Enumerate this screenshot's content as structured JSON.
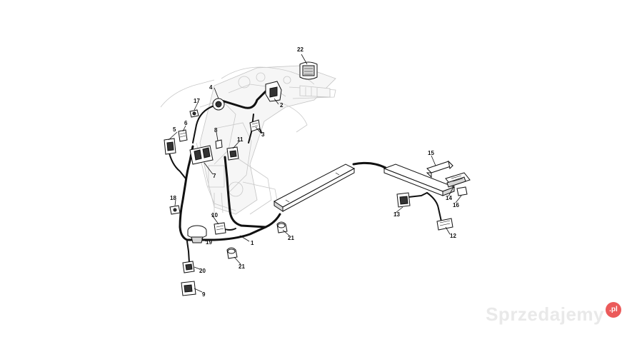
{
  "diagram": {
    "callouts": [
      {
        "id": "c1",
        "label": "1"
      },
      {
        "id": "c2",
        "label": "2"
      },
      {
        "id": "c3",
        "label": "3"
      },
      {
        "id": "c4",
        "label": "4"
      },
      {
        "id": "c5",
        "label": "5"
      },
      {
        "id": "c6",
        "label": "6"
      },
      {
        "id": "c7",
        "label": "7"
      },
      {
        "id": "c8",
        "label": "8"
      },
      {
        "id": "c9",
        "label": "9"
      },
      {
        "id": "c10",
        "label": "10"
      },
      {
        "id": "c11",
        "label": "11"
      },
      {
        "id": "c12",
        "label": "12"
      },
      {
        "id": "c13",
        "label": "13"
      },
      {
        "id": "c14",
        "label": "14"
      },
      {
        "id": "c15",
        "label": "15"
      },
      {
        "id": "c16",
        "label": "16"
      },
      {
        "id": "c17",
        "label": "17"
      },
      {
        "id": "c18",
        "label": "18"
      },
      {
        "id": "c19",
        "label": "19"
      },
      {
        "id": "c20",
        "label": "20"
      },
      {
        "id": "c21a",
        "label": "21"
      },
      {
        "id": "c21b",
        "label": "21"
      },
      {
        "id": "c22",
        "label": "22"
      }
    ]
  },
  "watermark": {
    "text": "Sprzedajemy",
    "badge": ".pl"
  }
}
